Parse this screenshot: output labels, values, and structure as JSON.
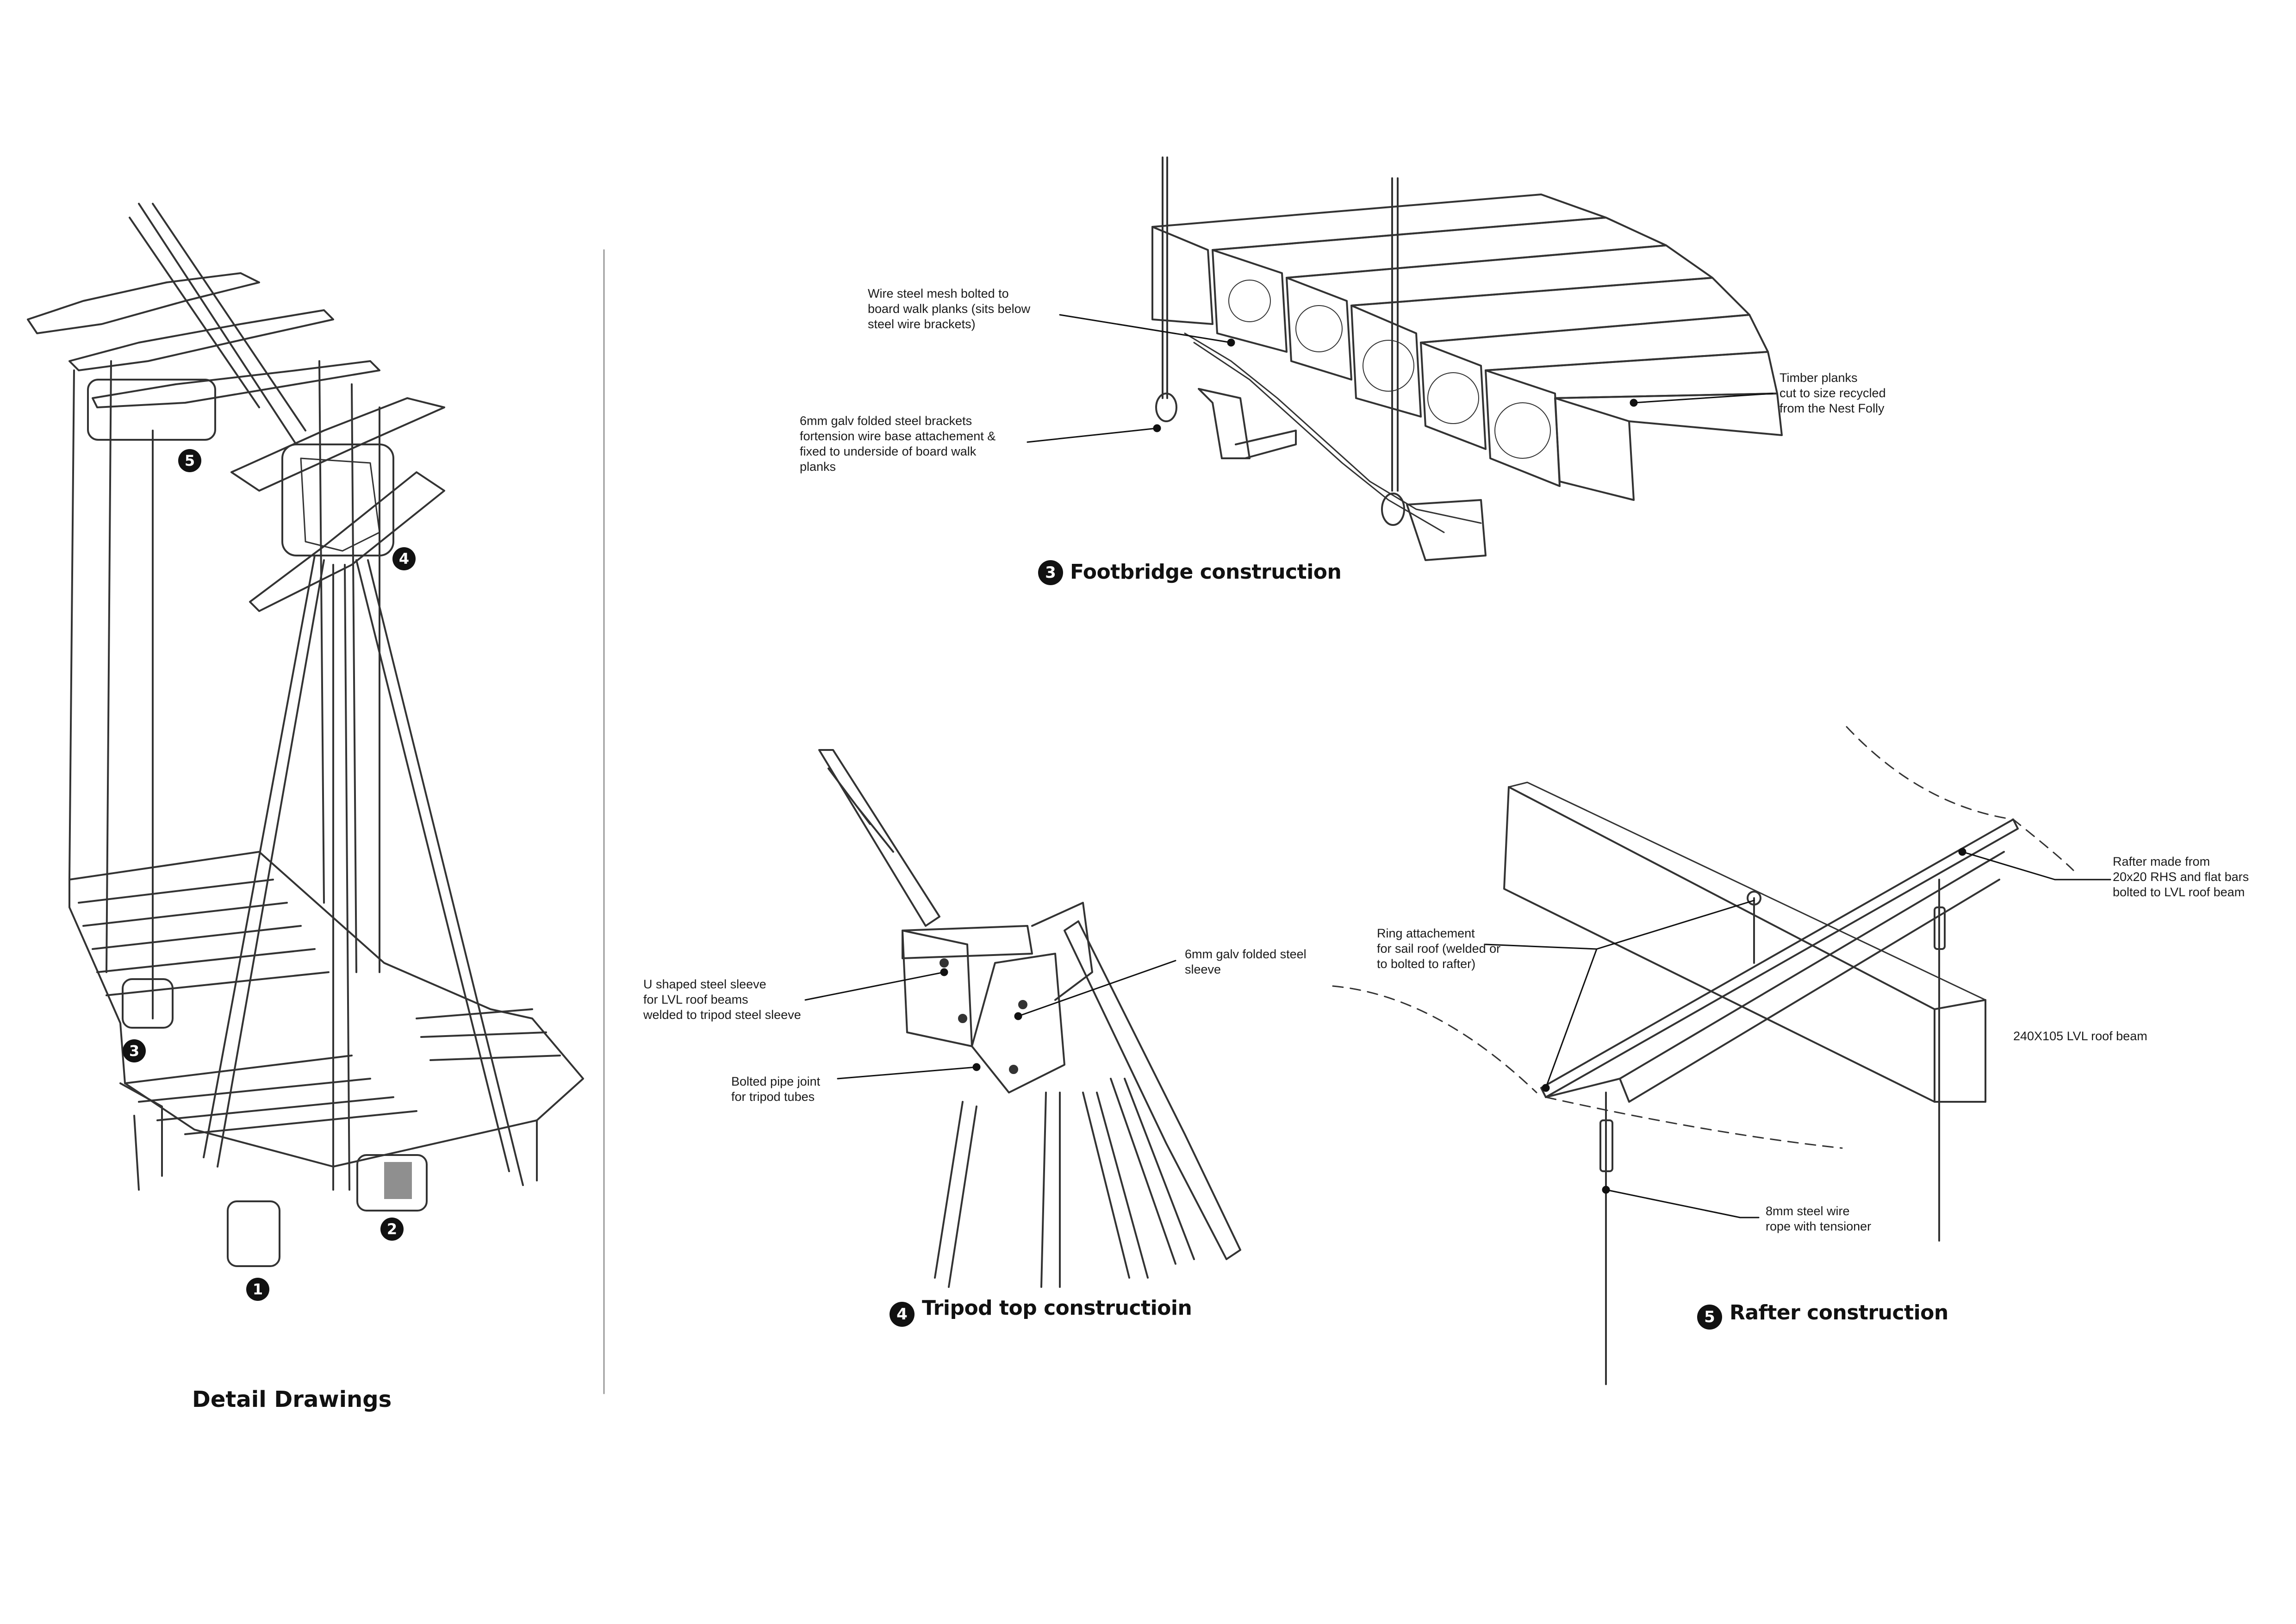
{
  "overview": {
    "title": "Detail Drawings",
    "markers": [
      "1",
      "2",
      "3",
      "4",
      "5"
    ]
  },
  "footbridge": {
    "number": "3",
    "caption": "Footbridge construction",
    "labels": {
      "mesh": "Wire steel mesh bolted to\nboard walk planks (sits below\nsteel wire brackets)",
      "brackets": "6mm galv folded steel  brackets\nfortension wire  base attachement &\nfixed to underside of board walk\nplanks",
      "planks": "Timber planks\ncut to size recycled\nfrom the Nest Folly"
    }
  },
  "tripod": {
    "number": "4",
    "caption": "Tripod top constructioin",
    "labels": {
      "u_sleeve": "U shaped steel sleeve\nfor LVL roof beams\nwelded to tripod steel sleeve",
      "galv_sleeve": "6mm galv folded steel\nsleeve",
      "pipe_joint": "Bolted pipe joint\nfor tripod tubes"
    }
  },
  "rafter": {
    "number": "5",
    "caption": "Rafter construction",
    "labels": {
      "ring": "Ring attachement\nfor sail roof (welded or\nto bolted to rafter)",
      "rafter": "Rafter made from\n20x20 RHS and flat bars\nbolted to LVL roof beam",
      "beam": "240X105 LVL roof beam",
      "wire": "8mm steel wire\nrope with tensioner"
    }
  }
}
